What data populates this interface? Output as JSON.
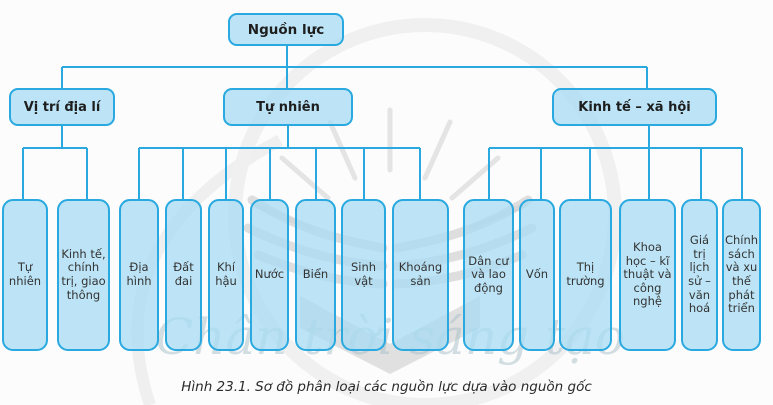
{
  "diagram": {
    "root": "Nguồn lực",
    "branches": [
      {
        "label": "Vị trí địa lí",
        "children": [
          "Tự nhiên",
          "Kinh tế, chính trị, giao thông"
        ]
      },
      {
        "label": "Tự nhiên",
        "children": [
          "Địa hình",
          "Đất đai",
          "Khí hậu",
          "Nước",
          "Biển",
          "Sinh vật",
          "Khoáng sản"
        ]
      },
      {
        "label": "Kinh tế – xã hội",
        "children": [
          "Dân cư và lao động",
          "Vốn",
          "Thị trường",
          "Khoa học – kĩ thuật và công nghệ",
          "Giá trị lịch sử – văn hoá",
          "Chính sách và xu thế phát triển"
        ]
      }
    ]
  },
  "caption": "Hình 23.1. Sơ đồ phân loại các nguồn lực dựa vào nguồn gốc",
  "watermark": "Chân trời sáng tạo",
  "colors": {
    "box_border": "#29a9e0",
    "box_fill": "#a9ddf3",
    "text": "#2b2b2b",
    "watermark_gray": "#cfcfcf"
  }
}
